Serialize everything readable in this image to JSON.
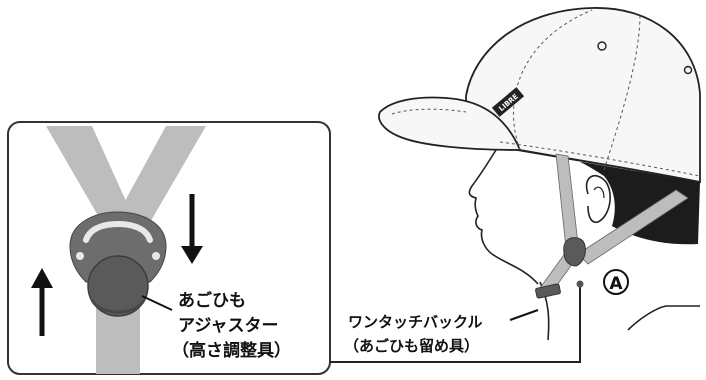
{
  "callout_adjuster": {
    "line1": "あごひも",
    "line2": "アジャスター",
    "line3": "（高さ調整具）"
  },
  "callout_buckle": {
    "line1": "ワンタッチバックル",
    "line2": "（あごひも留め具）"
  },
  "marker": {
    "label": "A"
  },
  "brand": {
    "text": "LIBRE"
  },
  "colors": {
    "strap": "#bdbdbd",
    "strap_dark": "#8f8f8f",
    "adjuster": "#555555",
    "liner": "#1c1c1c",
    "outline": "#222222",
    "panel_border": "#333333"
  }
}
